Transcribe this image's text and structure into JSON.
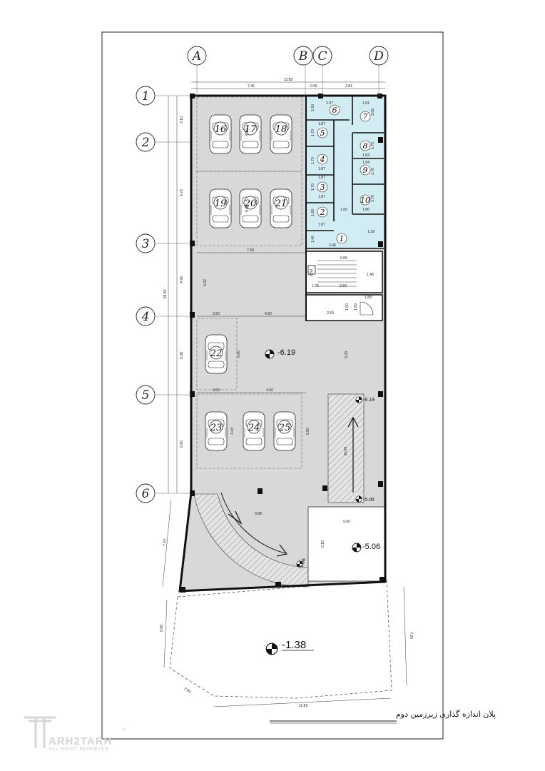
{
  "grid": {
    "columns": [
      "A",
      "B",
      "C",
      "D"
    ],
    "rows": [
      "1",
      "2",
      "3",
      "4",
      "5",
      "6"
    ]
  },
  "dimensions": {
    "top_total": "12.85",
    "top_1": "7.46",
    "top_2": "0.96",
    "top_3": "3.81",
    "left_total": "28.30",
    "left_1": "3.10",
    "left_2": "6.76",
    "left_3": "4.96",
    "left_4": "5.08",
    "left_5": "6.60",
    "left_lower": "7.53",
    "left_yard": "5.06",
    "bottom_yard_width": "12.95",
    "bottom_yard_corner": "2.80",
    "right_yard": "7.20",
    "parking_row_depth_a": "5.00",
    "parking_row_depth_b": "5.00",
    "aisle_width": "7.00",
    "aisle_depth": "5.92",
    "bay_2_50": "2.50",
    "bay_4_60": "4.60",
    "bay_5_00": "5.00",
    "bay_2_60": "2.60",
    "bay_4_50": "4.50",
    "bay_5_00b": "5.00",
    "bay_5_50": "5.50",
    "bay_4_44": "4.44",
    "ramp_length": "20.00",
    "ramp_radius": "9.88",
    "ramp_5_00": "5.00",
    "ramp_5_10": "5.10",
    "stair_5_06": "5.06",
    "stair_2_50": "2.50",
    "stair_1_26": "1.26",
    "stair_2_60": "2.60",
    "stair_1_40": "1.40",
    "elev_2_60": "2.60",
    "elev_1_60": "1.60",
    "elev_1_89": "1.89",
    "elev_1_60b": "1.60",
    "st_2_97": "2.97",
    "st_1_50": "1.50",
    "st_1_81": "1.81",
    "st_2_52": "2.52",
    "st_1_87a": "1.87",
    "st_1_70a": "1.70",
    "st_1_70b": "1.70",
    "st_1_87b": "1.87",
    "st_1_70c": "1.70",
    "st_1_87c": "1.87",
    "st_1_70d": "1.70",
    "st_1_87d": "1.87",
    "st_1_80": "1.80",
    "st_1_00": "1.00",
    "st_1_87e": "1.87",
    "st_1_40": "1.40",
    "st_3_46": "3.46",
    "st_1_39": "1.39",
    "st_1_83": "1.83",
    "st_1_84": "1.84",
    "st_1_86": "1.86",
    "st_1_70e": "1.70",
    "st_1_70f": "1.70",
    "st_1_70g": "1.70"
  },
  "parking_slots": [
    "16",
    "17",
    "18",
    "19",
    "20",
    "21",
    "22",
    "23",
    "24",
    "25"
  ],
  "storage_units": [
    "1",
    "2",
    "3",
    "4",
    "5",
    "6",
    "7",
    "8",
    "9",
    "10"
  ],
  "levels": {
    "main_floor": "-6.19",
    "ramp_top": "-6.19",
    "ramp_landing": "-5.06",
    "ramp_curve_end": "-5.06",
    "entrance_platform": "-5.06",
    "yard": "-1.38"
  },
  "caption": "پلان اندازه گذاری زیرزمین دوم",
  "watermark": {
    "brand": "ARH2TARH",
    "registered": "®",
    "rights": "ALL RIGHT RESERVED"
  },
  "colors": {
    "floor_fill": "#d8d8d8",
    "storage_fill": "#d2ecf3",
    "wall": "#111111",
    "dim_line": "#333333"
  }
}
